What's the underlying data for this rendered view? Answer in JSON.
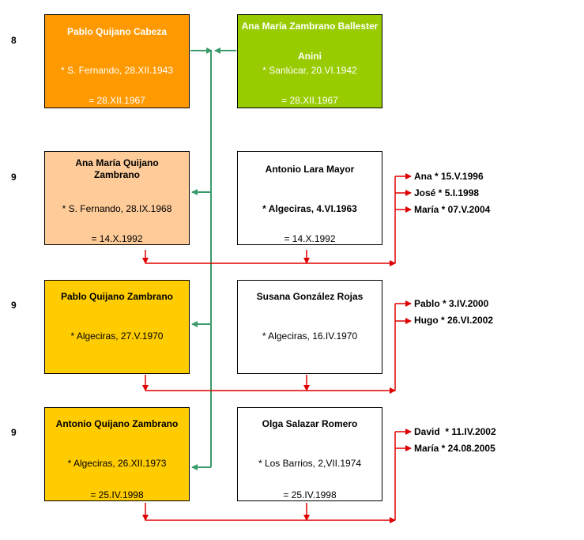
{
  "rows": [
    {
      "generation": "8",
      "left": {
        "name": "Pablo Quijano Cabeza",
        "nickname": "",
        "birth": "* S. Fernando, 28.XII.1943",
        "marriage": "= 28.XII.1967"
      },
      "right": {
        "name": "Ana María Zambrano Ballester",
        "nickname": "Anini",
        "birth": "* Sanlúcar, 20.VI.1942",
        "marriage": "= 28.XII.1967"
      },
      "children": []
    },
    {
      "generation": "9",
      "left": {
        "name": "Ana María Quijano Zambrano",
        "nickname": "",
        "birth": "* S. Fernando, 28.IX.1968",
        "marriage": "= 14.X.1992"
      },
      "right": {
        "name": "Antonio Lara Mayor",
        "nickname": "",
        "birth": "* Algeciras, 4.VI.1963",
        "marriage": "= 14.X.1992"
      },
      "children": [
        "Ana * 15.V.1996",
        "José * 5.I.1998",
        "María * 07.V.2004"
      ]
    },
    {
      "generation": "9",
      "left": {
        "name": "Pablo Quijano Zambrano",
        "nickname": "",
        "birth": "* Algeciras, 27.V.1970",
        "marriage": ""
      },
      "right": {
        "name": "Susana González Rojas",
        "nickname": "",
        "birth": "* Algeciras, 16.IV.1970",
        "marriage": ""
      },
      "children": [
        "Pablo * 3.IV.2000",
        "Hugo * 26.VI.2002"
      ]
    },
    {
      "generation": "9",
      "left": {
        "name": "Antonio Quijano Zambrano",
        "nickname": "",
        "birth": "* Algeciras, 26.XII.1973",
        "marriage": "= 25.IV.1998"
      },
      "right": {
        "name": "Olga Salazar Romero",
        "nickname": "",
        "birth": "* Los Barrios, 2,VII.1974",
        "marriage": "= 25.IV.1998"
      },
      "children": [
        "David  * 11.IV.2002",
        "María * 24.08.2005"
      ]
    }
  ],
  "colors": {
    "box_pablo_sr": "#ff9900",
    "box_ana_sr": "#99cc00",
    "box_ana_jr": "#ffcc99",
    "box_sons": "#ffcc00",
    "box_spouse": "#ffffff",
    "parent_link": "#3a9a6a",
    "child_link": "#e00000"
  }
}
